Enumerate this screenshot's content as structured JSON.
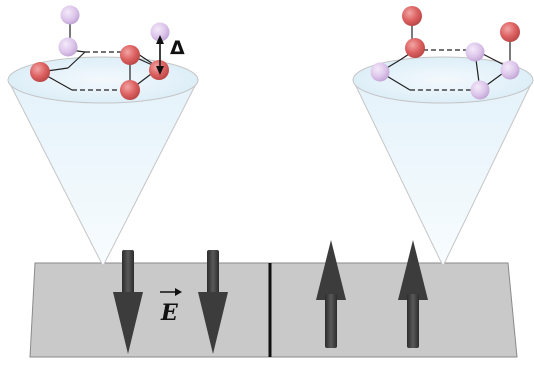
{
  "labels": {
    "delta": "Δ",
    "field": "E"
  },
  "colors": {
    "slab": "#c9c9c9",
    "cone": "#e8f4fb",
    "arrow": "#3c3c3c",
    "atom_red": "#d95b5b",
    "atom_violet": "#d7bde6",
    "domain_wall": "#111111"
  },
  "domains": [
    {
      "name": "left",
      "polarization": "down",
      "arrow_count": 2
    },
    {
      "name": "right",
      "polarization": "up",
      "arrow_count": 2
    }
  ]
}
